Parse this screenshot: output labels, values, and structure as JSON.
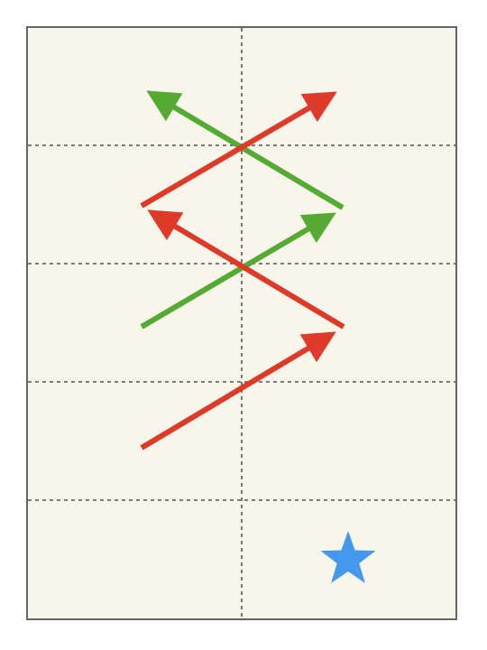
{
  "diagram": {
    "grid": {
      "columns": 2,
      "rows": 5
    },
    "colors": {
      "page_background": "#ffffff",
      "panel_background": "#f8f5ea",
      "panel_border": "#666666",
      "grid_line": "#333333",
      "red_arrow": "#dd3a2a",
      "green_arrow": "#55aa33",
      "star": "#4499ee"
    },
    "arrows": [
      {
        "id": "red-arrow-1",
        "color": "red",
        "direction": "up-right"
      },
      {
        "id": "red-arrow-2",
        "color": "red",
        "direction": "up-left"
      },
      {
        "id": "red-arrow-3",
        "color": "red",
        "direction": "up-right"
      },
      {
        "id": "green-arrow-1",
        "color": "green",
        "direction": "up-right"
      },
      {
        "id": "green-arrow-2",
        "color": "green",
        "direction": "up-left"
      }
    ],
    "markers": [
      {
        "id": "goal-star",
        "shape": "star",
        "color": "blue"
      }
    ]
  }
}
